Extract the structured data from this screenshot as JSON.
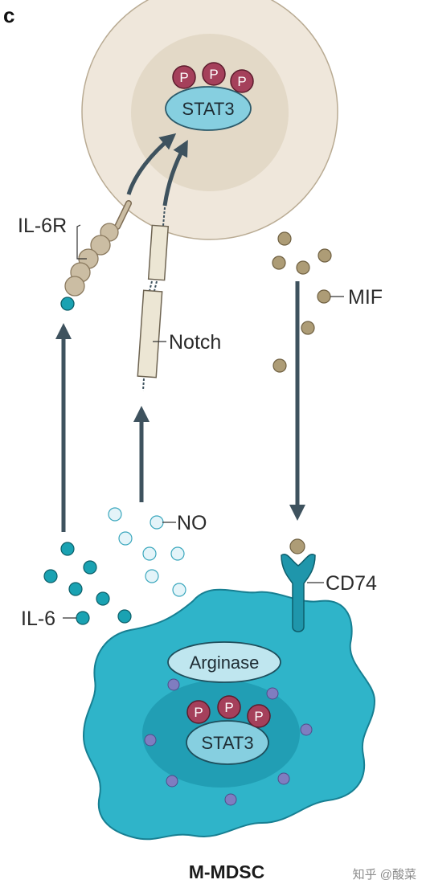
{
  "panel_label": "c",
  "top_cell": {
    "nucleus_protein": "STAT3",
    "phospho": [
      "P",
      "P",
      "P"
    ]
  },
  "receptors": {
    "il6r": "IL-6R",
    "notch": "Notch",
    "cd74": "CD74"
  },
  "ligands": {
    "mif": "MIF",
    "no": "NO",
    "il6": "IL-6"
  },
  "mdsc": {
    "enzyme": "Arginase",
    "nucleus_protein": "STAT3",
    "phospho": [
      "P",
      "P",
      "P"
    ],
    "name": "M-MDSC"
  },
  "watermark": "知乎 @酸菜",
  "colors": {
    "cell_outer": "#efe7db",
    "cell_inner": "#e3d9c7",
    "stat3": "#86cfe0",
    "phospho": "#a5405b",
    "arrow": "#3e525e",
    "mif": "#ad9c76",
    "il6": "#1aa2b2",
    "no": "#e4f4f9",
    "mdsc_body": "#2fb4c9",
    "granule": "#7f7dc0"
  }
}
